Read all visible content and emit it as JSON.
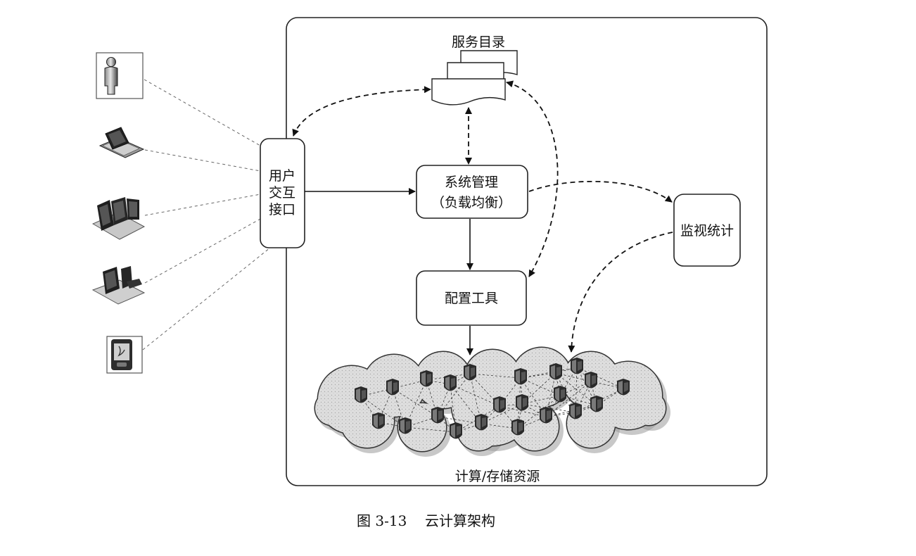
{
  "figure": {
    "number": "图 3-13",
    "title": "云计算架构"
  },
  "nodes": {
    "service_catalog": "服务目录",
    "user_interface": [
      "用户",
      "交互",
      "接口"
    ],
    "system_management": [
      "系统管理",
      "（负载均衡）"
    ],
    "config_tool": "配置工具",
    "monitor": "监视统计",
    "resources": "计算/存储资源"
  },
  "clients": [
    "person-icon",
    "laptop-icon",
    "desktop-cluster-icon",
    "desktop-icon",
    "pda-icon"
  ],
  "colors": {
    "line": "#111111",
    "cloud_fill": "#dedede",
    "server": "#2a2a2a"
  }
}
